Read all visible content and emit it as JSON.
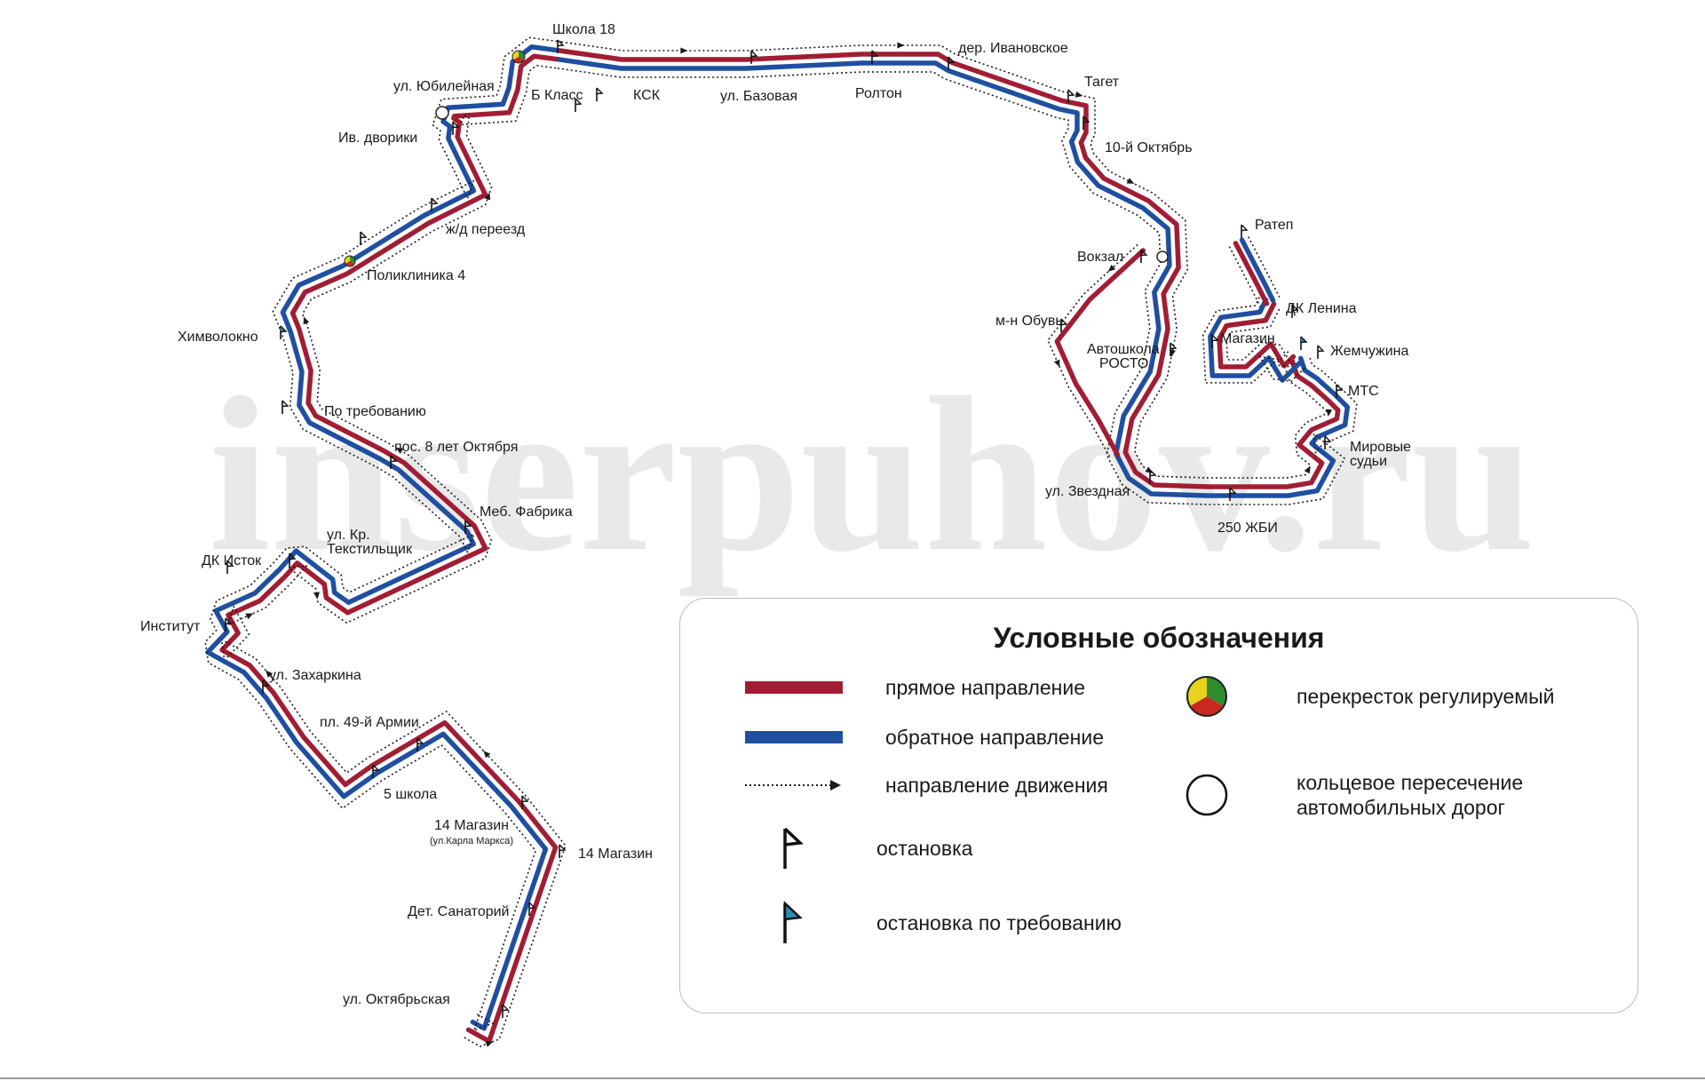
{
  "watermark": "inserpuhov.ru",
  "colors": {
    "forward": "#a11d33",
    "backward": "#1f4fa0",
    "dots": "#1a1a1a",
    "request_stop": "#2a8fb0",
    "signal_green": "#2e8b2e",
    "signal_red": "#c9281e",
    "signal_yellow": "#e8d21c"
  },
  "stops": {
    "shkola18": "Школа 18",
    "der_ivanovskoe": "дер. Ивановское",
    "taget": "Тагет",
    "ul_yubileynaya": "ул. Юбилейная",
    "b_klass": "Б Класс",
    "ksk": "КСК",
    "ul_bazovaya": "ул. Базовая",
    "rolton": "Ролтон",
    "iv_dvoriki": "Ив. дворики",
    "oct10": "10-й Октябрь",
    "zhd_pereezd": "ж/д переезд",
    "poliklinika4": "Поликлиника 4",
    "ratep": "Ратеп",
    "vokzal": "Вокзал",
    "dk_lenina": "ДК Ленина",
    "himvolokno": "Химволокно",
    "mn_obuv": "м-н Обувь",
    "avtoshkola1": "Автошкола",
    "avtoshkola2": "РОСТО",
    "magazin": "Магазин",
    "zhemchuzhina": "Жемчужина",
    "mts": "МТС",
    "po_trebovaniyu": "По требованию",
    "pos8let": "пос. 8 лет Октября",
    "mirovye1": "Мировые",
    "mirovye2": "судьи",
    "ul_zvezdnaya": "ул. Звездная",
    "zhbi250": "250 ЖБИ",
    "meb_fabrika": "Меб. Фабрика",
    "ul_kr1": "ул. Кр.",
    "ul_kr2": "Текстильщик",
    "dk_istok": "ДК Исток",
    "institut": "Институт",
    "ul_zaharkina": "ул. Захаркина",
    "pl49": "пл. 49-й Армии",
    "shkola5": "5 школа",
    "magazin14a": "14 Магазин",
    "magazin14a_sub": "(ул.Карла Маркса)",
    "magazin14b": "14 Магазин",
    "det_sanatoriy": "Дет. Санаторий",
    "ul_oktyabrskaya": "ул. Октябрьская"
  },
  "legend": {
    "title": "Условные обозначения",
    "forward": "прямое направление",
    "backward": "обратное направление",
    "movement": "направление движения",
    "stop": "остановка",
    "request_stop": "остановка по требованию",
    "signal": "перекресток регулируемый",
    "roundabout1": "кольцевое пересечение",
    "roundabout2": "автомобильных дорог"
  }
}
